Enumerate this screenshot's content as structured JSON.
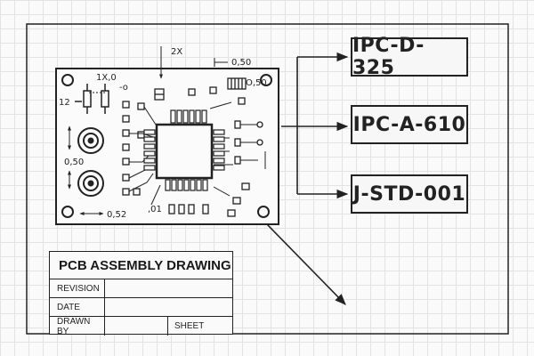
{
  "dimensions": {
    "two_x": "2X",
    "one_x0": "1X,0",
    "dash_o": "-o",
    "o50_top": "0,50",
    "o50_right": "O,50",
    "twelve": "12",
    "o50_left": "0,50",
    "o52": "0,52",
    "o01": ",01"
  },
  "standards": [
    "IPC-D-325",
    "IPC-A-610",
    "J-STD-001"
  ],
  "title_block": {
    "title": "PCB ASSEMBLY DRAWING",
    "revision_label": "REVISION",
    "date_label": "DATE",
    "drawn_by_label": "DRAWN BY",
    "sheet_label": "SHEET"
  }
}
